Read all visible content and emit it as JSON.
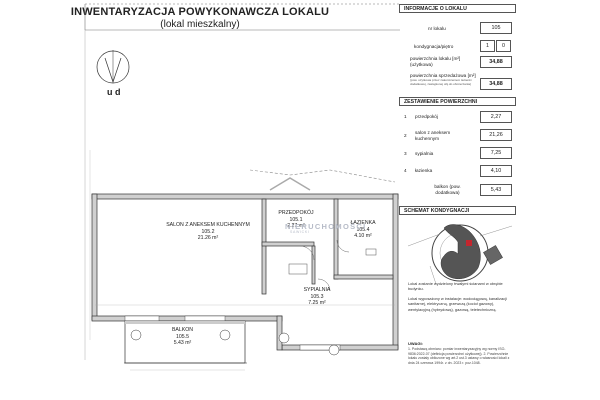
{
  "header": {
    "title": "INWENTARYZACJA POWYKONAWCZA LOKALU",
    "subtitle": "(lokal mieszkalny)"
  },
  "plan": {
    "orientation_mark": "u d",
    "rooms": [
      {
        "name": "SALON Z ANEKSEM KUCHENNYM",
        "code": "105.2",
        "area": "21.26 m²"
      },
      {
        "name": "PRZEDPOKÓJ",
        "code": "105.1",
        "area": "2.27 m²"
      },
      {
        "name": "ŁAZIENKA",
        "code": "105.4",
        "area": "4.10 m²"
      },
      {
        "name": "SYPIALNIA",
        "code": "105.3",
        "area": "7.25 m²"
      },
      {
        "name": "BALKON",
        "code": "105.5",
        "area": "5.43 m²"
      }
    ],
    "watermark": "NIERUCHOMOŚCI",
    "watermark_sub": "SAWICKI"
  },
  "info": {
    "heading": "INFORMACJE O LOKALU",
    "unit_no_label": "nr lokalu",
    "unit_no": "105",
    "floor_label": "kondygnacja/piętro",
    "floor_a": "1",
    "floor_b": "0",
    "usable_label": "powierzchnia lokalu [m²] (użytkowa)",
    "usable_value": "34,88",
    "sales_label": "powierzchnia sprzedażowa [m²]",
    "sales_note": "(pow. użytkowa przez zakończeniem łazienki dodatkowej, zastąpionej obj.do obmierzania)",
    "sales_value": "34,88"
  },
  "summary": {
    "heading": "ZESTAWIENIE POWIERZCHNI",
    "rows": [
      {
        "idx": "1",
        "label": "przedpokój",
        "value": "2,27"
      },
      {
        "idx": "2",
        "label": "salon z aneksem kuchennym",
        "value": "21,26"
      },
      {
        "idx": "3",
        "label": "sypialnia",
        "value": "7,25"
      },
      {
        "idx": "4",
        "label": "łazienka",
        "value": "4,10"
      }
    ],
    "balcony_label": "balkon (pow. dodatkowa)",
    "balcony_value": "5,43"
  },
  "floor_scheme": {
    "heading": "SCHEMAT KONDYGNACJI"
  },
  "notes": {
    "heating": "Lokal zostanie wydzielony trwałymi ścianami w obrębie budynku.",
    "equipment": "Lokal wyposażony w instalacje: wodociągową, kanalizacji sanitarnej, elektryczną, grzewczą (kocioł gazowy), wentylacyjną (hybrydową), gazową, teletechniczną.",
    "remarks_title": "UWAGI:",
    "remarks": "1. Podstawą obmiaru: pomiar inwentaryzacyjny wg normy ISO-9836:2022-07 (definicja powierzchni użytkowej). 2. Powierzchnie lokalu zostały obliczone wg art.2 ust.3 ustawy o własności lokali z dnia 24 czerwca 1994r. z dn. 2023 r. poz.1048."
  },
  "colors": {
    "accent": "#c4262e",
    "plan_line": "#333333",
    "wall_fill": "#d0d0d0",
    "site_fill": "#555555"
  }
}
